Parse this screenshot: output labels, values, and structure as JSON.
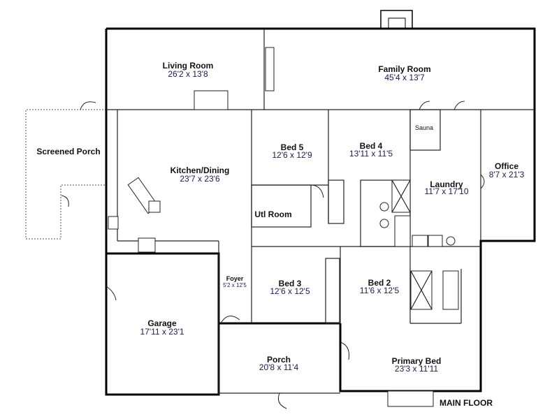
{
  "plan_title": "MAIN FLOOR",
  "rooms": {
    "living": {
      "name": "Living Room",
      "dim": "26'2 x 13'8"
    },
    "family": {
      "name": "Family Room",
      "dim": "45'4 x 13'7"
    },
    "screened_porch": {
      "name": "Screened Porch"
    },
    "kitchen": {
      "name": "Kitchen/Dining",
      "dim": "23'7 x 23'6"
    },
    "bed5": {
      "name": "Bed 5",
      "dim": "12'6 x 12'9"
    },
    "bed4": {
      "name": "Bed 4",
      "dim": "13'11 x 11'5"
    },
    "sauna": {
      "name": "Sauna"
    },
    "laundry": {
      "name": "Laundry",
      "dim": "11'7 x 17'10"
    },
    "office": {
      "name": "Office",
      "dim": "8'7 x 21'3"
    },
    "utl": {
      "name": "Utl Room"
    },
    "foyer": {
      "name": "Foyer",
      "dim": "5'2 x 12'5"
    },
    "bed3": {
      "name": "Bed 3",
      "dim": "12'6 x 12'5"
    },
    "bed2": {
      "name": "Bed 2",
      "dim": "11'6 x 12'5"
    },
    "garage": {
      "name": "Garage",
      "dim": "17'11 x 23'1"
    },
    "porch": {
      "name": "Porch",
      "dim": "20'8 x 11'4"
    },
    "primary": {
      "name": "Primary Bed",
      "dim": "23'3 x 11'11"
    }
  }
}
